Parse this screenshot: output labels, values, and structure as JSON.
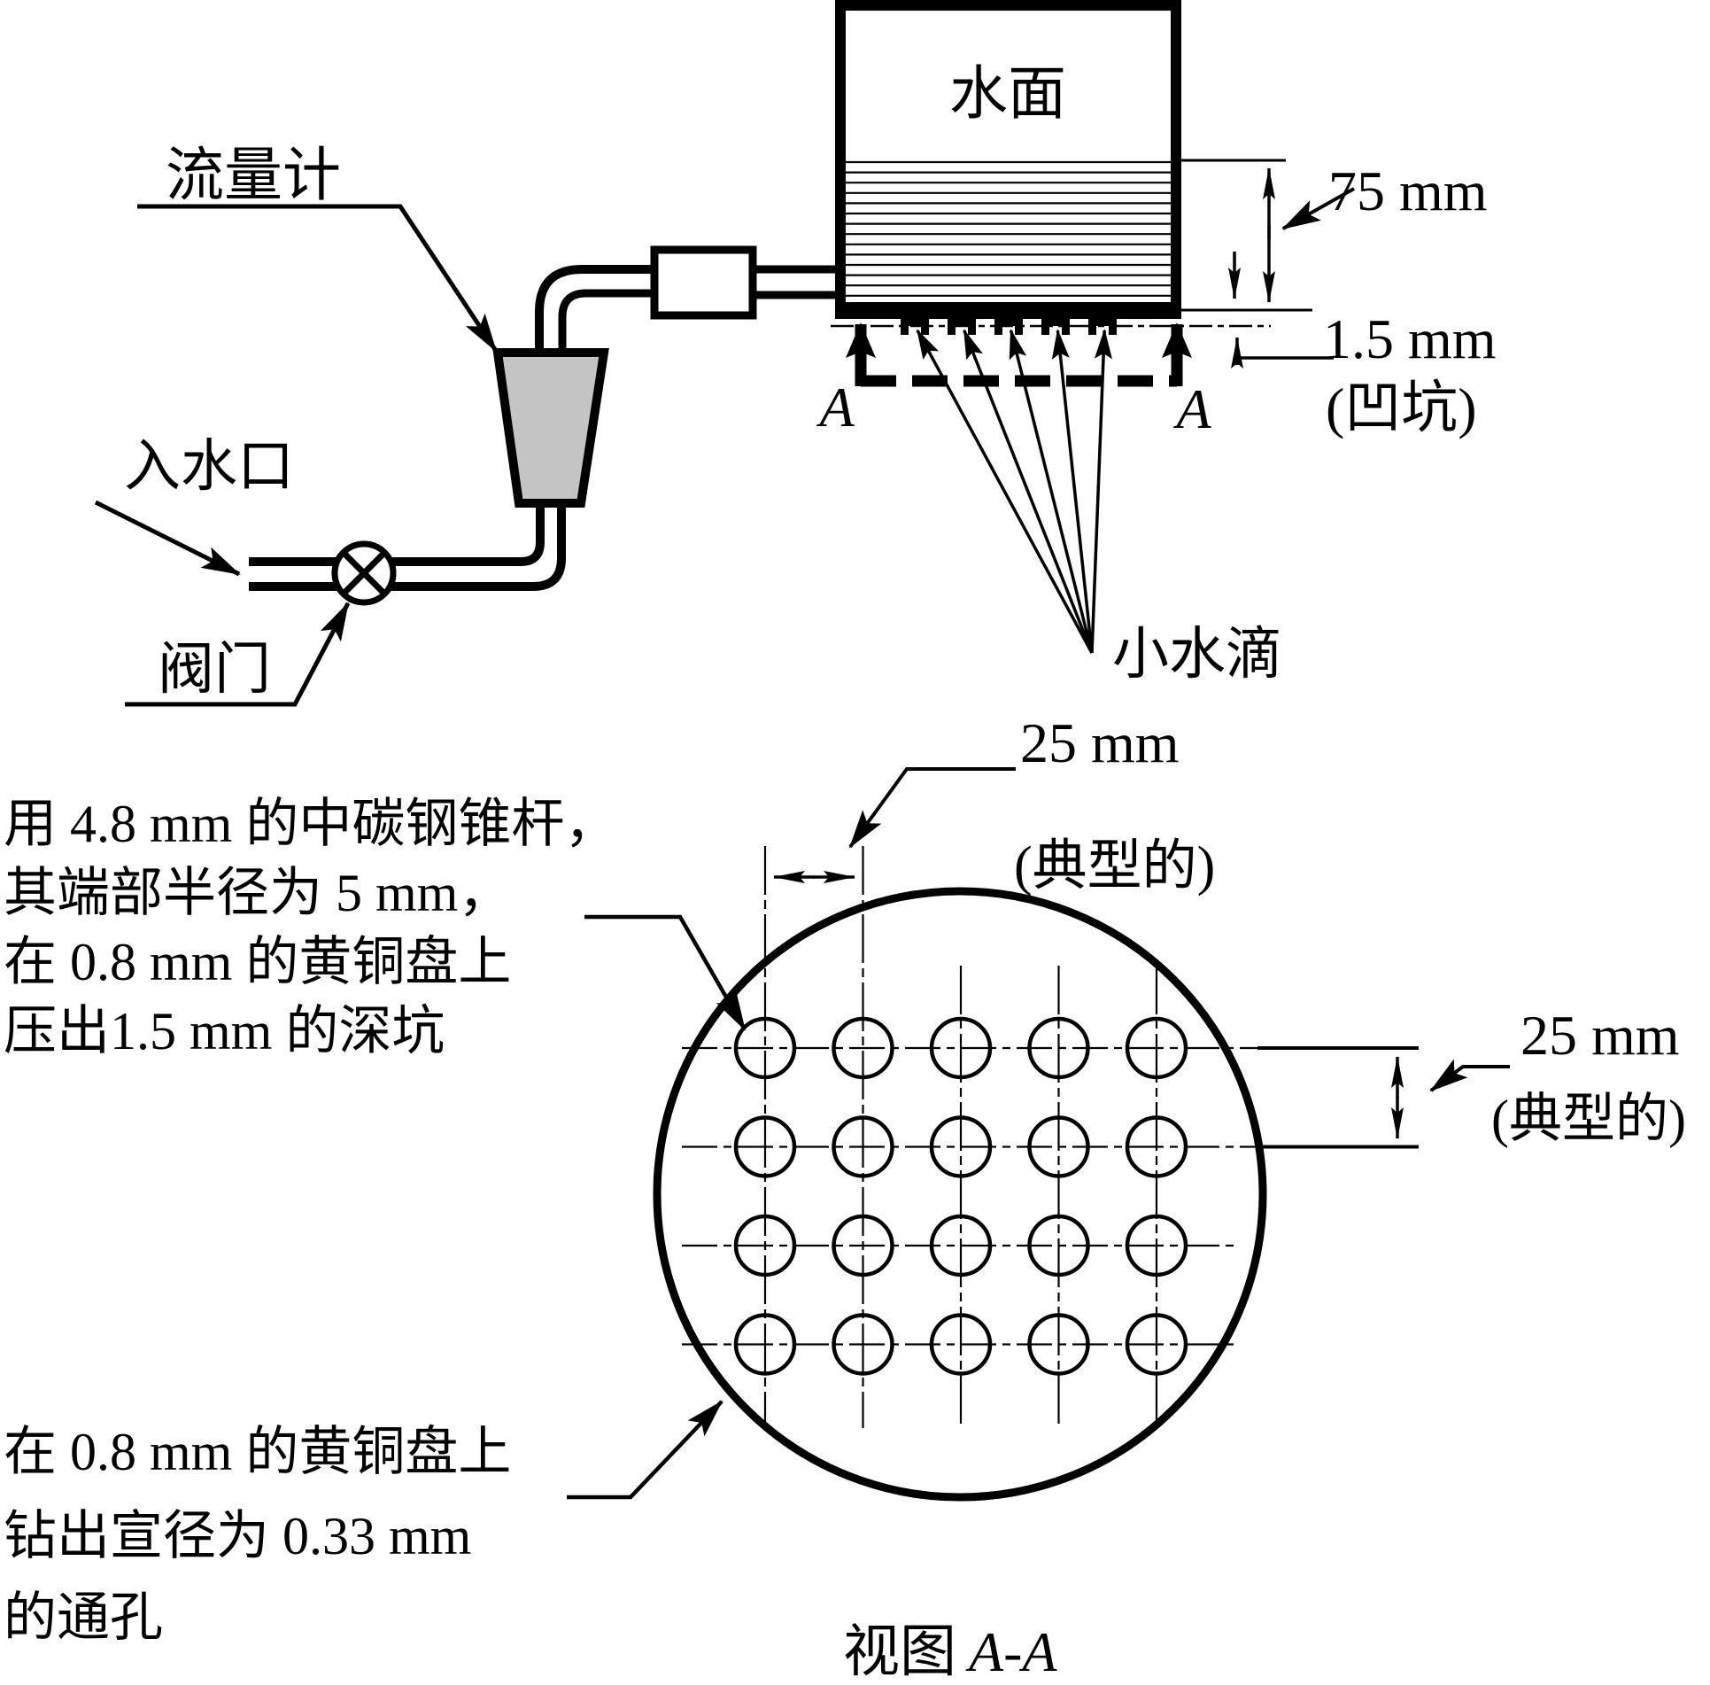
{
  "apparatus": {
    "water_surface_label": "水面",
    "flow_meter_label": "流量计",
    "water_inlet_label": "入水口",
    "valve_label": "阀门",
    "droplets_label": "小水滴",
    "section_letter_left": "A",
    "section_letter_right": "A"
  },
  "dimensions": {
    "water_depth": "75 mm",
    "pit_depth": "1.5 mm",
    "pit_depth_note": "(凹坑)",
    "hole_spacing_top": "25 mm",
    "hole_spacing_top_note": "(典型的)",
    "hole_spacing_right": "25 mm",
    "hole_spacing_right_note": "(典型的)"
  },
  "notes": {
    "dimple_note_lines": [
      "用 4.8 mm 的中碳钢锥杆，",
      "其端部半径为 5 mm，",
      "在 0.8 mm 的黄铜盘上",
      "压出1.5 mm 的深坑"
    ],
    "hole_note_lines": [
      "在 0.8 mm 的黄铜盘上",
      "钻出宣径为 0.33 mm",
      "的通孔"
    ]
  },
  "view_caption": {
    "prefix": "视图",
    "section": "A-A"
  },
  "plate": {
    "hole_rows": 4,
    "hole_cols": 5,
    "orifice_count": 5,
    "water_hatch_lines": 14
  },
  "colors": {
    "line": "#000000",
    "flow_meter_fill": "#c4c4c4",
    "background": "#ffffff"
  }
}
